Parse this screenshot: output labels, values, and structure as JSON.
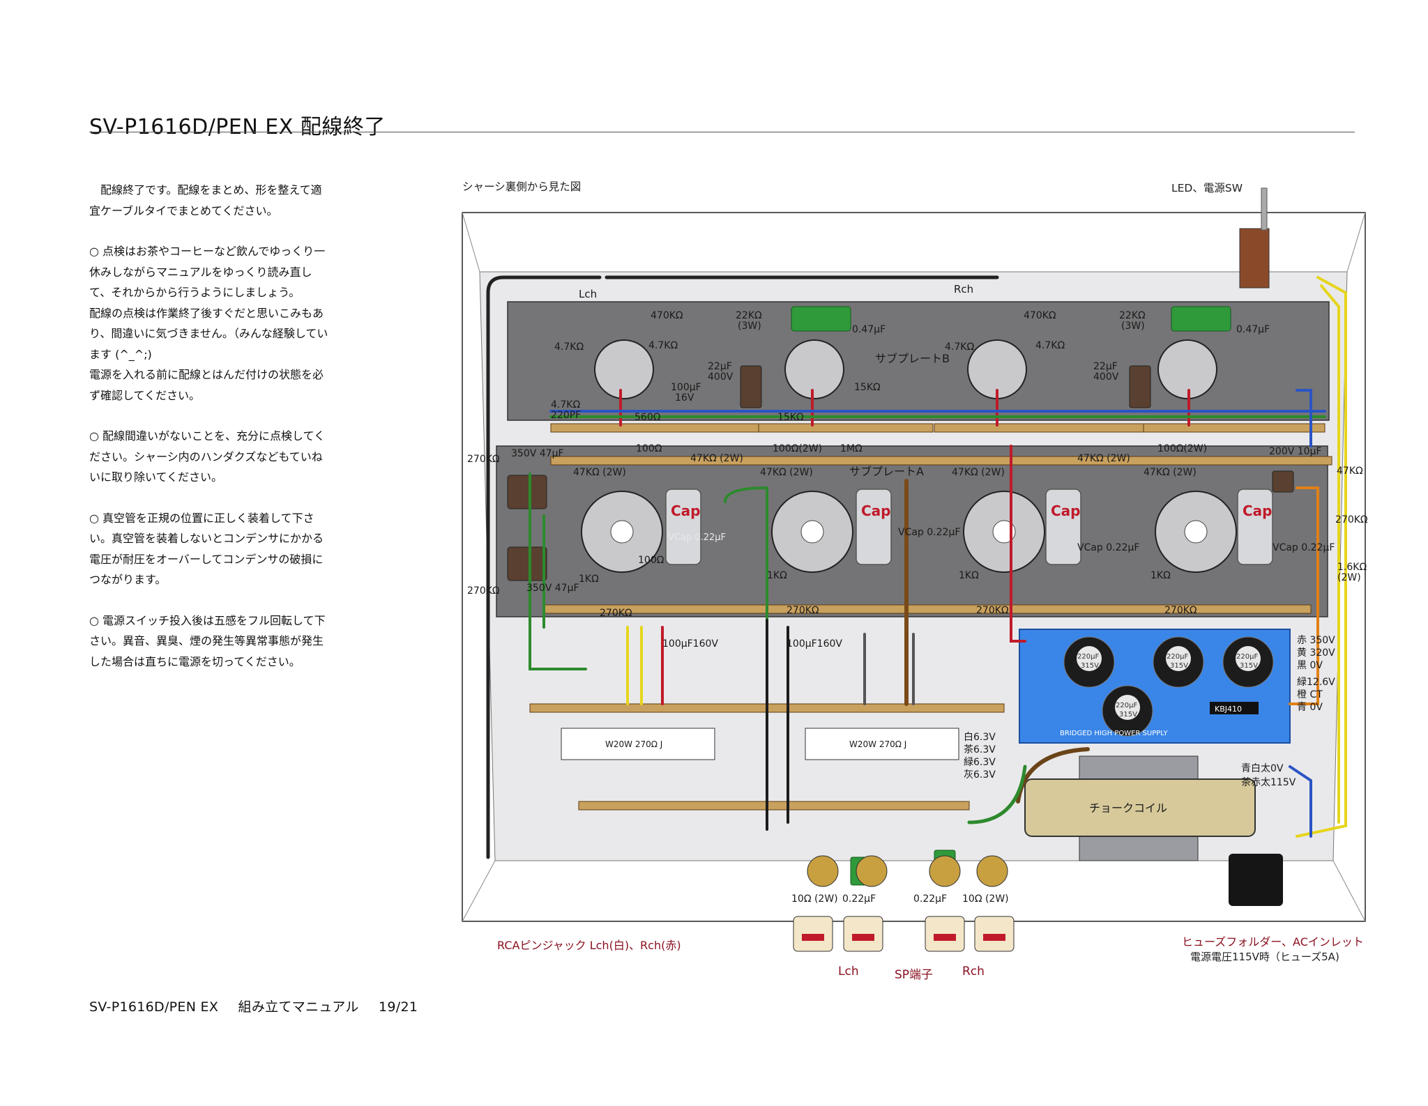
{
  "page": {
    "title": "SV-P1616D/PEN EX 配線終了"
  },
  "intro": {
    "p1": "　配線終了です。配線をまとめ、形を整えて適宜ケーブルタイでまとめてください。",
    "p2": "○ 点検はお茶やコーヒーなど飲んでゆっくり一休みしながらマニュアルをゆっくり読み直して、それからから行うようにしましょう。",
    "p3": "配線の点検は作業終了後すぐだと思いこみもあり、間違いに気づきません。（みんな経験しています (^_^;)",
    "p4": "電源を入れる前に配線とはんだ付けの状態を必ず確認してください。",
    "p5": "○ 配線間違いがないことを、充分に点検してください。シャーシ内のハンダクズなどもていねいに取り除いてください。",
    "p6": "○ 真空管を正規の位置に正しく装着して下さい。真空管を装着しないとコンデンサにかかる電圧が耐圧をオーバーしてコンデンサの破損につながります。",
    "p7": "○ 電源スイッチ投入後は五感をフル回転して下さい。異音、異臭、煙の発生等異常事態が発生した場合は直ちに電源を切ってください。"
  },
  "captions": {
    "view": "シャーシ裏側から見た図",
    "led_switch": "LED、電源SW",
    "rca": "RCAピンジャック Lch(白)、Rch(赤)",
    "fuse_inlet": "ヒューズフォルダー、ACインレット",
    "fuse_note": "電源電圧115V時（ヒューズ5A)",
    "sp_lch": "Lch",
    "sp_terminal": "SP端子",
    "sp_rch": "Rch"
  },
  "diagram": {
    "lch": "Lch",
    "rch": "Rch",
    "r470k": "470KΩ",
    "r4_7k": "4.7KΩ",
    "r22k": "22KΩ",
    "r3w": "(3W)",
    "c047": "0.47μF",
    "c22": "22μF",
    "v400": "400V",
    "c100": "100μF",
    "v16": "16V",
    "c220pf": "220PF",
    "r560": "560Ω",
    "r15k": "15KΩ",
    "r1m": "1MΩ",
    "r100": "100Ω",
    "r47k2w": "47KΩ (2W)",
    "r100_2w": "100Ω(2W)",
    "r270k": "270KΩ",
    "r47k": "47KΩ",
    "r1k": "1KΩ",
    "r1_6k": "1.6KΩ",
    "r2w": "(2W)",
    "c350_47": "350V 47μF",
    "c200_10": "200V 10μF",
    "plate_a": "サブプレートA",
    "plate_b": "サブプレートB",
    "vcap": "VCap 0.22μF",
    "vcap_brand": "Cap",
    "c100f160": "100μF160V",
    "w20w": "W20W  270Ω J",
    "v_white": "白6.3V",
    "v_brown": "茶6.3V",
    "v_green": "緑6.3V",
    "v_grey": "灰6.3V",
    "v_red350": "赤 350V",
    "v_yel320": "黄 320V",
    "v_blk0": "黒 0V",
    "v_grn12": "緑12.6V",
    "v_org_ct": "橙 CT",
    "v_blu0": "青 0V",
    "prim_0": "青白太0V",
    "prim_115": "茶赤太115V",
    "choke": "チョークコイル",
    "cap220": "220μF",
    "v315": "315V",
    "kbj": "KBJ410",
    "board_text": "BRIDGED HIGH POWER SUPPLY",
    "c022": "0.22μF",
    "r10_2w": "10Ω (2W)"
  },
  "footer": {
    "model": "SV-P1616D/PEN EX",
    "manual": "組み立てマニュアル",
    "page": "19/21"
  }
}
